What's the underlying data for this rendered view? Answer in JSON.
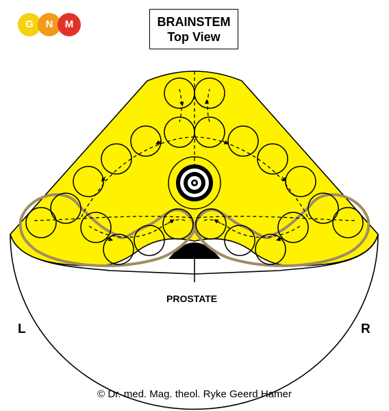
{
  "logo": {
    "letters": [
      "G",
      "N",
      "M"
    ],
    "colors": [
      "#f5d20f",
      "#f29a1c",
      "#e2332a"
    ]
  },
  "title": {
    "line1": "BRAINSTEM",
    "line2": "Top View"
  },
  "labels": {
    "prostate": "PROSTATE",
    "left": "L",
    "right": "R"
  },
  "copyright": "© Dr. med. Mag. theol. Ryke Geerd Hamer",
  "colors": {
    "brainstem_fill": "#fff200",
    "relay_outline": "#a08c63",
    "target_ring": "#000000"
  }
}
